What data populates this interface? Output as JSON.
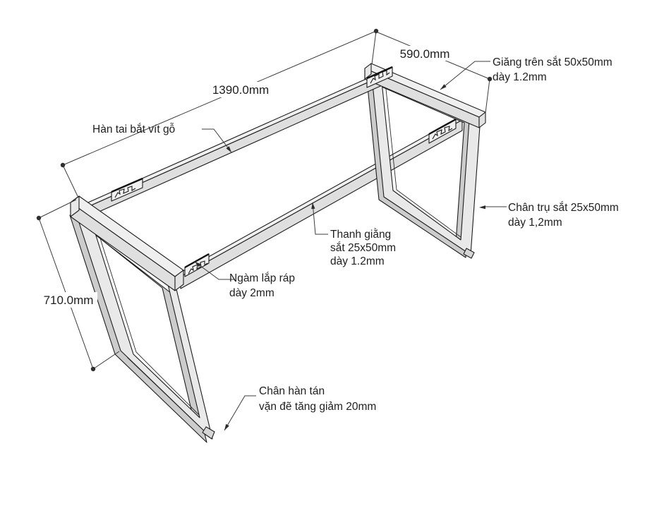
{
  "drawing": {
    "type": "technical-diagram",
    "subject": "steel table frame (isometric view with dimensions)",
    "dimensions": {
      "length": "1390.0mm",
      "depth": "590.0mm",
      "height": "710.0mm"
    },
    "labels": {
      "top_brace": [
        "Giăng trên sắt 50x50mm",
        "dày 1.2mm"
      ],
      "weld_tab": [
        "Hàn tai bắt vít gỗ"
      ],
      "leg_post": [
        "Chân trụ sắt 25x50mm",
        "dày 1,2mm"
      ],
      "cross_bar": [
        "Thanh giằng",
        "sắt 25x50mm",
        "dày 1.2mm"
      ],
      "joint_notch": [
        "Ngàm lắp ráp",
        "dày 2mm"
      ],
      "foot": [
        "Chân hàn tán",
        "vặn đẽ tăng giảm 20mm"
      ]
    },
    "colors": {
      "background": "#ffffff",
      "outline": "#1d1d1d",
      "face_top": "#efefef",
      "face_front": "#dfdfdf",
      "face_cap": "#e8e8e8",
      "face_back": "#cccccc",
      "plate": "#f0f0f0",
      "annotation_line": "#3c3c3c",
      "text": "#1e1e1e"
    }
  }
}
